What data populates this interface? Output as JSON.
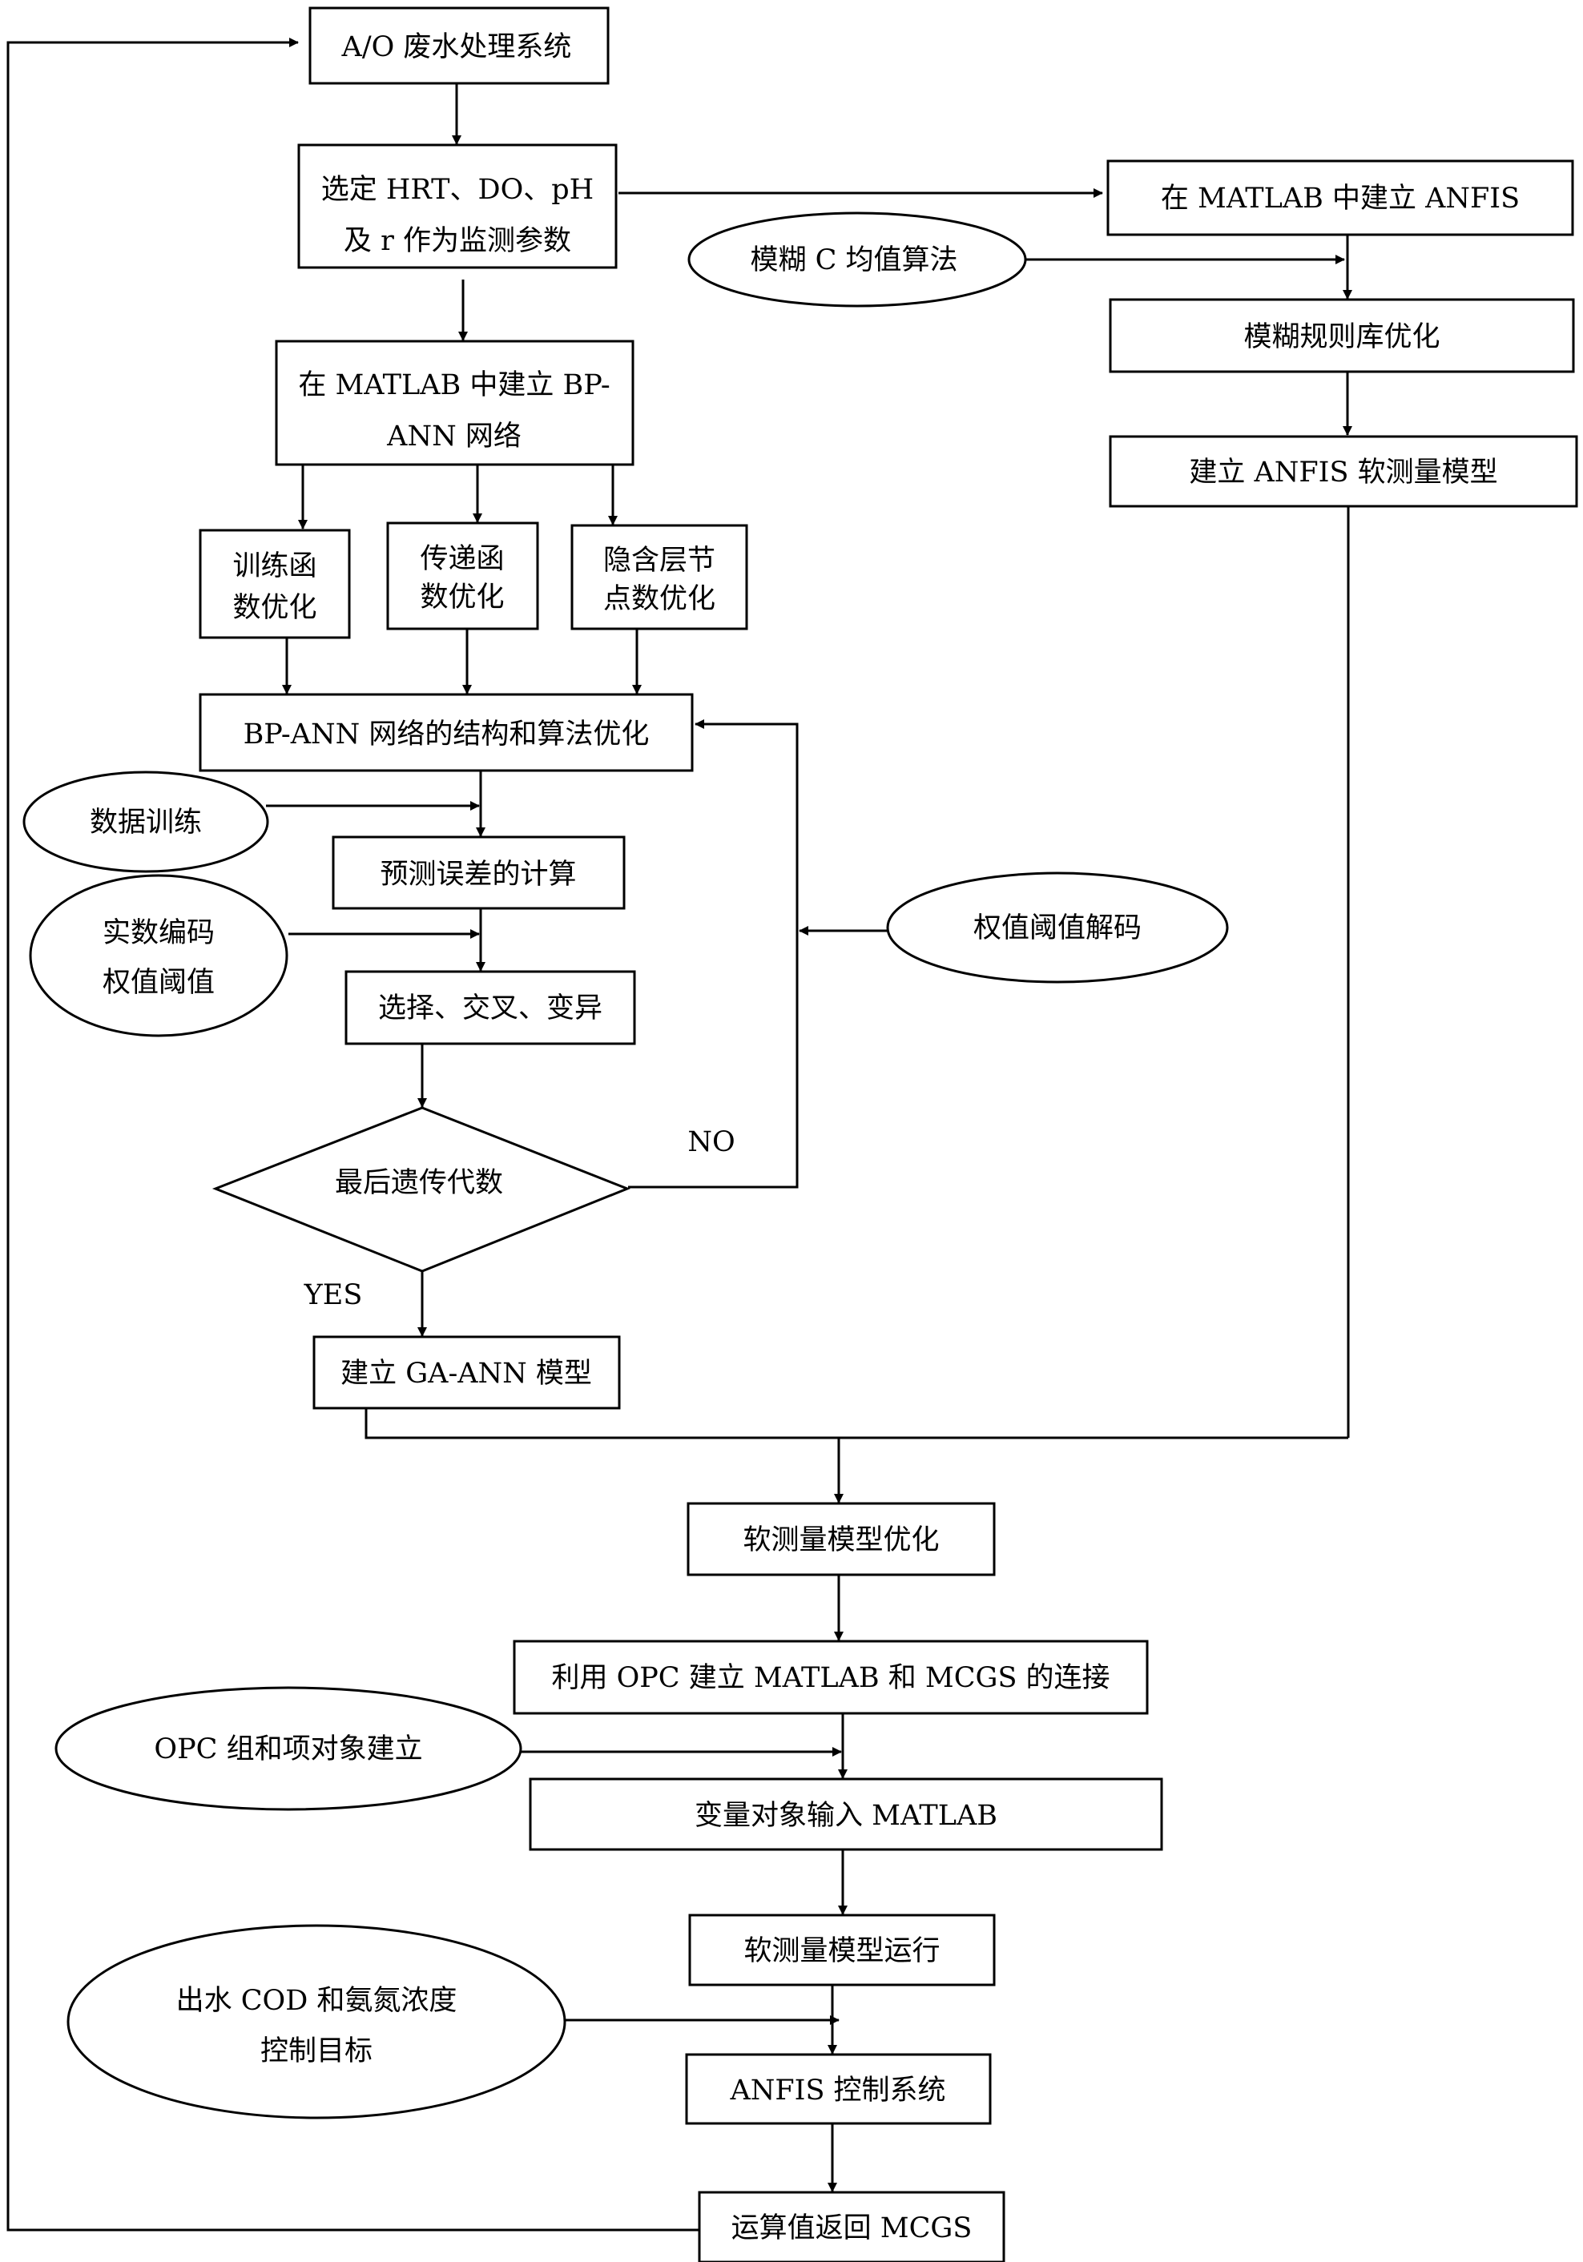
{
  "nodes": {
    "ao_system": "A/O 废水处理系统",
    "select_params": [
      "选定 HRT、DO、pH",
      "及 r 作为监测参数"
    ],
    "build_bpann": [
      "在 MATLAB 中建立 BP-",
      "ANN 网络"
    ],
    "train_func": [
      "训练函",
      "数优化"
    ],
    "transfer_func": [
      "传递函",
      "数优化"
    ],
    "hidden_nodes": [
      "隐含层节",
      "点数优化"
    ],
    "bpann_opt": "BP-ANN 网络的结构和算法优化",
    "data_training": "数据训练",
    "pred_error": "预测误差的计算",
    "real_coding": [
      "实数编码",
      "权值阈值"
    ],
    "select_cross": "选择、交叉、变异",
    "weight_decode": "权值阈值解码",
    "last_gen": "最后遗传代数",
    "no_label": "NO",
    "yes_label": "YES",
    "build_gaann": "建立 GA-ANN 模型",
    "build_anfis": "在 MATLAB 中建立 ANFIS",
    "fcm": "模糊 C 均值算法",
    "fuzzy_rule": "模糊规则库优化",
    "anfis_soft": "建立 ANFIS 软测量模型",
    "soft_opt": "软测量模型优化",
    "opc_connect": "利用 OPC 建立 MATLAB 和 MCGS 的连接",
    "opc_group": "OPC 组和项对象建立",
    "var_input": "变量对象输入 MATLAB",
    "soft_run": "软测量模型运行",
    "target": [
      "出水 COD 和氨氮浓度",
      "控制目标"
    ],
    "anfis_ctrl": "ANFIS 控制系统",
    "return_mcgs": "运算值返回 MCGS"
  }
}
